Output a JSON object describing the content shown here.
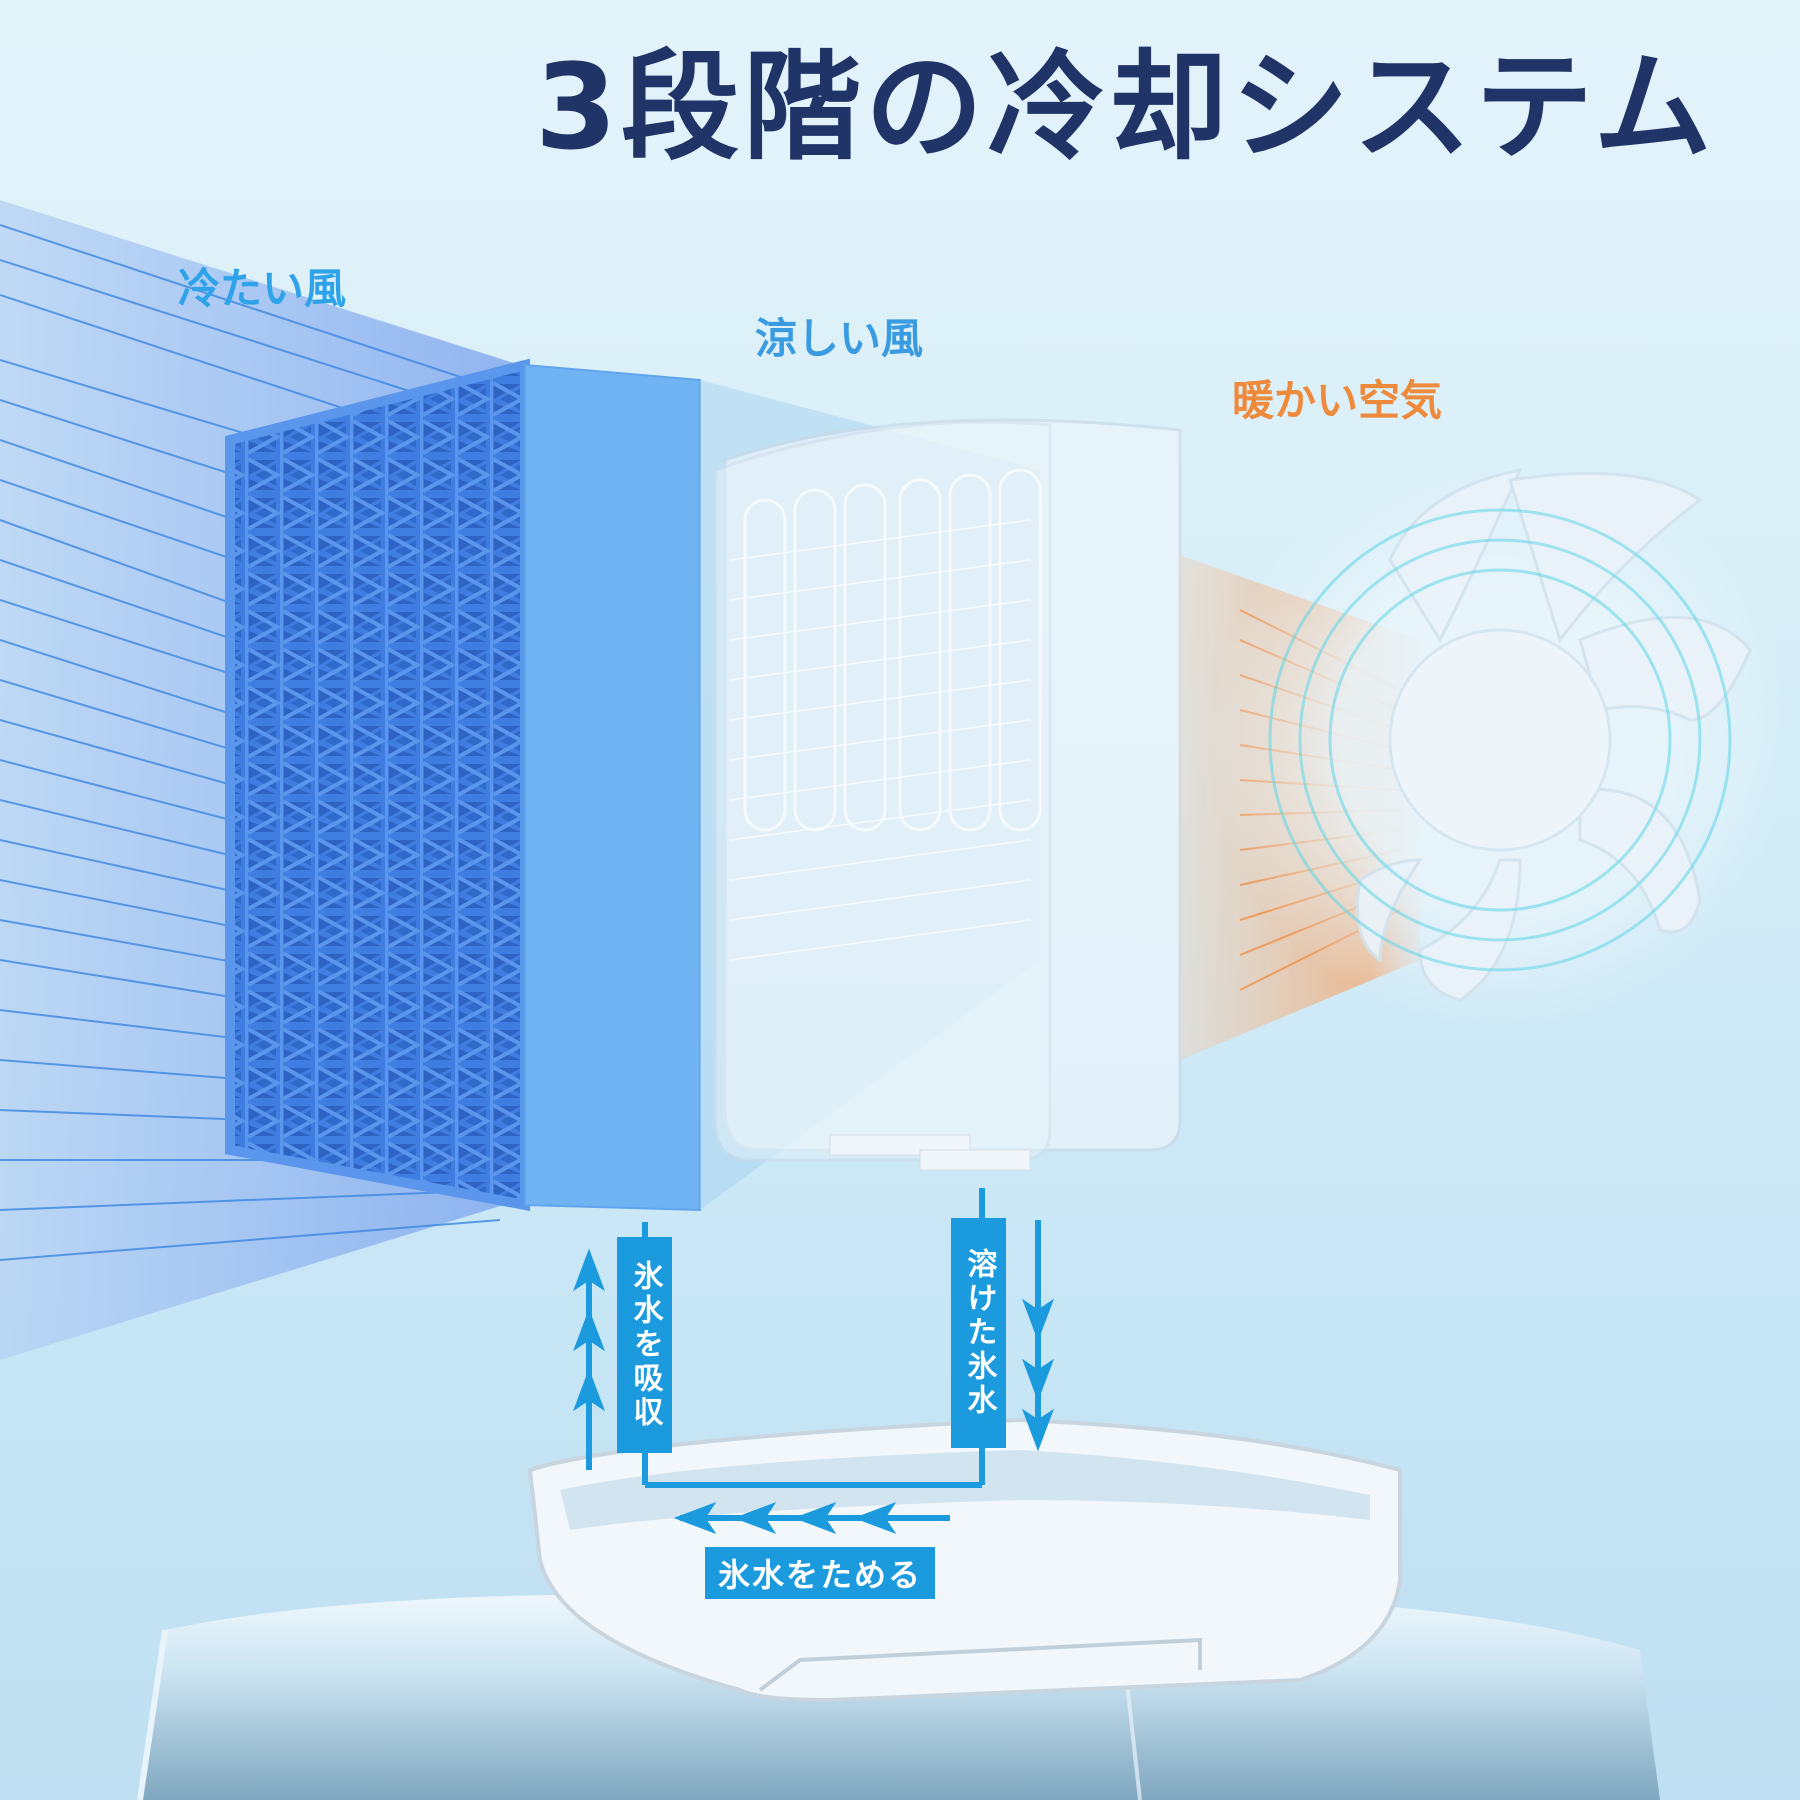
{
  "header": {
    "title": "3段階の冷却システム"
  },
  "stages": [
    {
      "id": "cold",
      "label": "冷たい風",
      "color": "#2ea3ea",
      "component": "honeycomb-filter"
    },
    {
      "id": "cool",
      "label": "涼しい風",
      "color": "#3a9be0",
      "component": "ice-pack"
    },
    {
      "id": "warm",
      "label": "暖かい空気",
      "color": "#ee8a3c",
      "component": "fan"
    }
  ],
  "water_cycle": {
    "absorb_label": "氷水を吸収",
    "melt_label": "溶けた氷水",
    "store_label": "氷水をためる",
    "accent_color": "#1b9ade"
  },
  "colors": {
    "title": "#213468",
    "filter_blue": "#4a86e8",
    "filter_side": "#6fb3f2",
    "background": "#d6eef8"
  }
}
